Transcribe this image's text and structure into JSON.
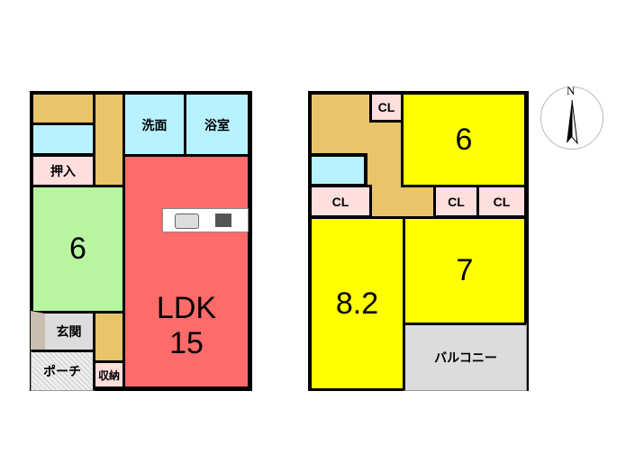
{
  "floor1": {
    "wash_label": "洗面",
    "bath_label": "浴室",
    "closet_label": "押入",
    "tatami_size": "6",
    "ldk_label": "LDK",
    "ldk_size": "15",
    "entrance_label": "玄関",
    "porch_label": "ポーチ",
    "storage_label": "収納"
  },
  "floor2": {
    "cl_label": "CL",
    "room_a_size": "6",
    "room_b_size": "7",
    "room_c_size": "8.2",
    "balcony_label": "バルコニー"
  },
  "compass": {
    "north_label": "N"
  },
  "colors": {
    "ldk": "#ff6b6b",
    "bedroom": "#ffff00",
    "tatami": "#b8f5a0",
    "wet": "#b8f2ff",
    "hall": "#e8c46a"
  }
}
